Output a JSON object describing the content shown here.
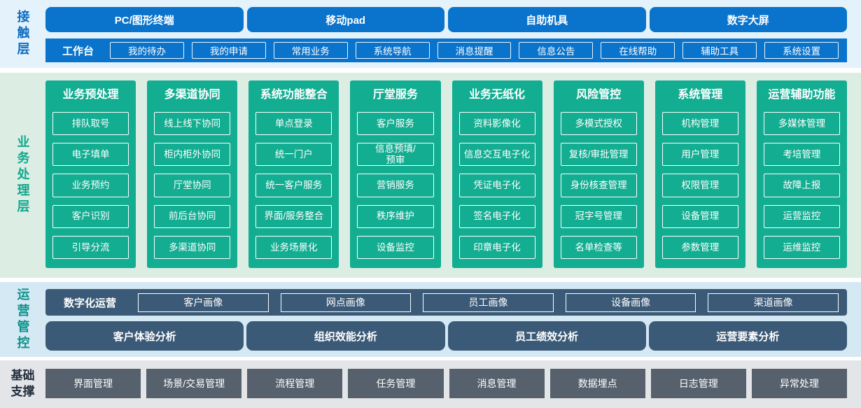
{
  "colors": {
    "blue": "#0a73cb",
    "teal": "#13ad92",
    "slate": "#3b5a77",
    "gray": "#57616d",
    "bg-contact": "#e4f2fb",
    "bg-business": "#dcede4",
    "bg-ops": "#d5e9f4",
    "bg-support": "#e3e5e8",
    "label-blue": "#0d6dc3",
    "label-teal": "#12a88d",
    "label-ops": "#0c928a",
    "label-dark": "#212d3c"
  },
  "contact_layer": {
    "label": "接触层",
    "terminals": [
      "PC/图形终端",
      "移动pad",
      "自助机具",
      "数字大屏"
    ],
    "workbench": {
      "label": "工作台",
      "items": [
        "我的待办",
        "我的申请",
        "常用业务",
        "系统导航",
        "消息提醒",
        "信息公告",
        "在线帮助",
        "辅助工具",
        "系统设置"
      ]
    }
  },
  "business_layer": {
    "label": "业务处理层",
    "columns": [
      {
        "title": "业务预处理",
        "items": [
          "排队取号",
          "电子填单",
          "业务预约",
          "客户识别",
          "引导分流"
        ]
      },
      {
        "title": "多渠道协同",
        "items": [
          "线上线下协同",
          "柜内柜外协同",
          "厅堂协同",
          "前后台协同",
          "多渠道协同"
        ]
      },
      {
        "title": "系统功能整合",
        "items": [
          "单点登录",
          "统一门户",
          "统一客户服务",
          "界面/服务整合",
          "业务场景化"
        ]
      },
      {
        "title": "厅堂服务",
        "items": [
          "客户服务",
          "信息预填/\n预审",
          "营销服务",
          "秩序维护",
          "设备监控"
        ]
      },
      {
        "title": "业务无纸化",
        "items": [
          "资料影像化",
          "信息交互电子化",
          "凭证电子化",
          "签名电子化",
          "印章电子化"
        ]
      },
      {
        "title": "风险管控",
        "items": [
          "多模式授权",
          "复核/审批管理",
          "身份核查管理",
          "冠字号管理",
          "名单检查等"
        ]
      },
      {
        "title": "系统管理",
        "items": [
          "机构管理",
          "用户管理",
          "权限管理",
          "设备管理",
          "参数管理"
        ]
      },
      {
        "title": "运营辅助功能",
        "items": [
          "多媒体管理",
          "考培管理",
          "故障上报",
          "运营监控",
          "运维监控"
        ]
      }
    ]
  },
  "operations_layer": {
    "label": "运营管控",
    "digital_ops": {
      "label": "数字化运营",
      "items": [
        "客户画像",
        "网点画像",
        "员工画像",
        "设备画像",
        "渠道画像"
      ]
    },
    "analysis": [
      "客户体验分析",
      "组织效能分析",
      "员工绩效分析",
      "运营要素分析"
    ]
  },
  "support_layer": {
    "label_lines": [
      "基础",
      "支撑"
    ],
    "items": [
      "界面管理",
      "场景/交易管理",
      "流程管理",
      "任务管理",
      "消息管理",
      "数据埋点",
      "日志管理",
      "异常处理"
    ]
  }
}
